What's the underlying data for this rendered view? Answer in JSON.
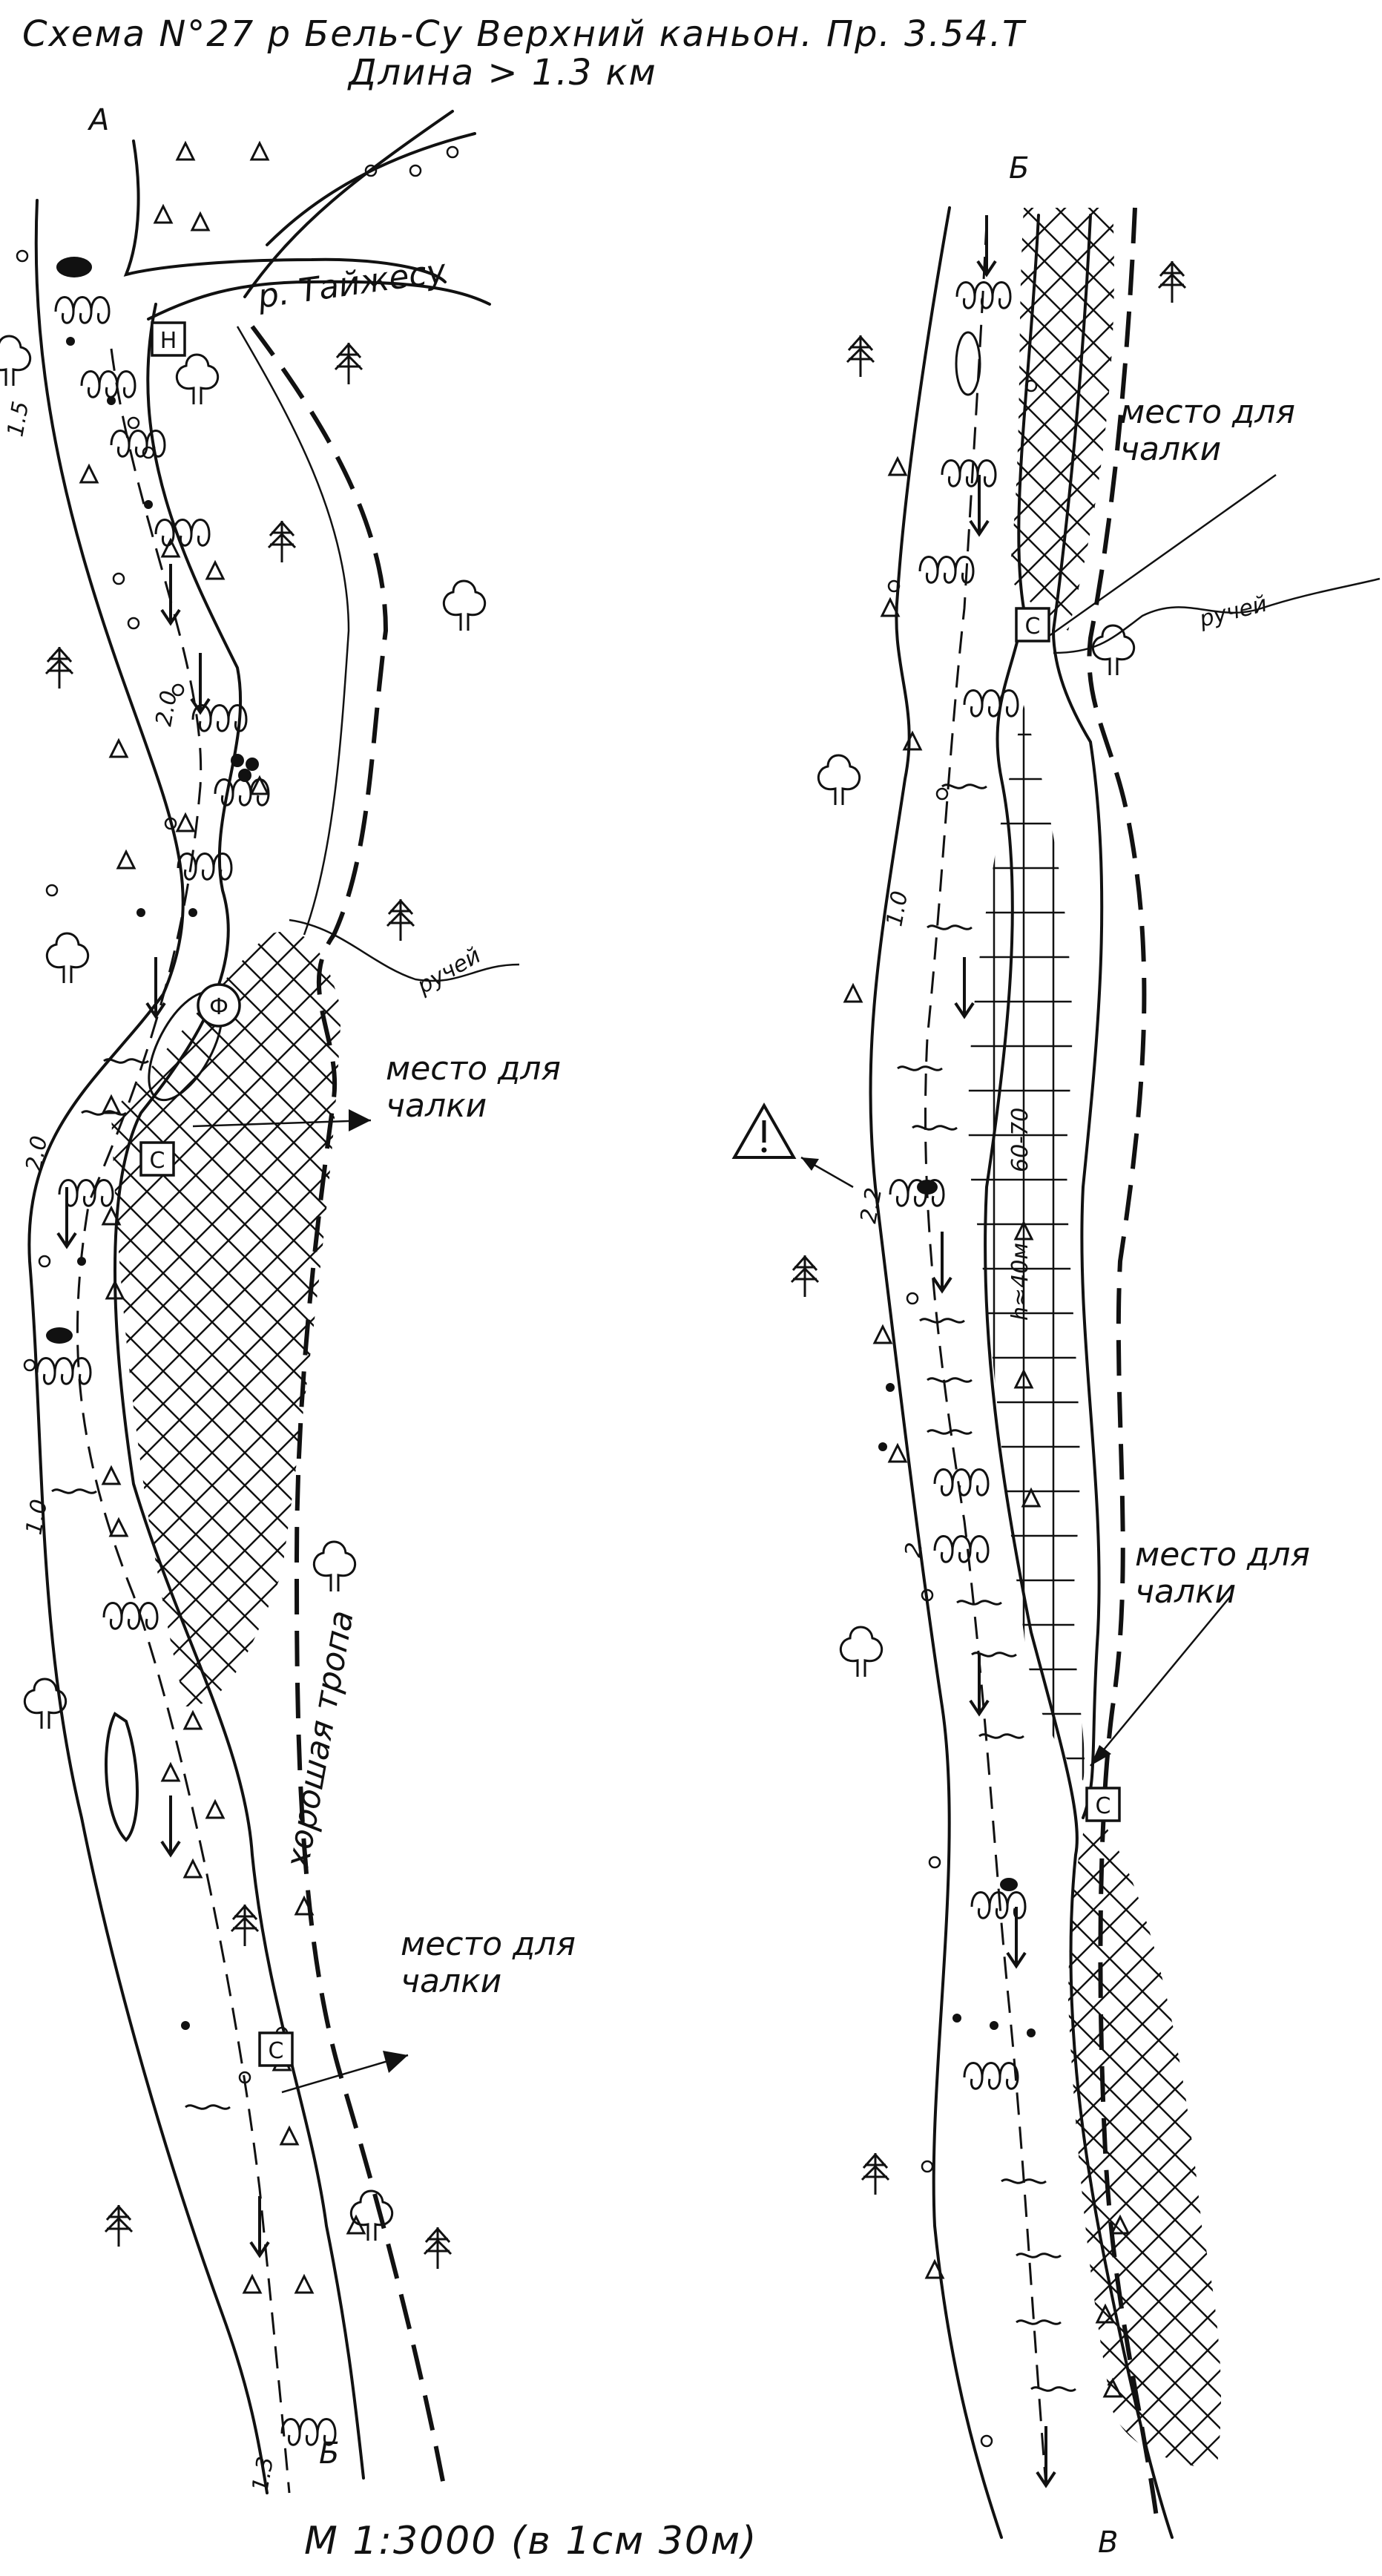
{
  "header": {
    "title": "Схема N°27 р Бель-Су Верхний каньон. Пр. 3.54.Т",
    "length": "Длина > 1.3 км"
  },
  "scale": "М 1:3000 (в 1см 30м)",
  "points": {
    "a": "А",
    "b_left": "Б",
    "b_right": "Б",
    "v": "В"
  },
  "labels": {
    "river_tributary": "р. Тайжесу",
    "stream_left": "ручей",
    "stream_right": "ручей",
    "trail": "хорошая тропа",
    "chalka1_line1": "место для",
    "chalka1_line2": "чалки",
    "chalka2_line1": "место для",
    "chalka2_line2": "чалки",
    "chalka3_line1": "место для",
    "chalka3_line2": "чалки",
    "chalka4_line1": "место для",
    "chalka4_line2": "чалки",
    "wall_height": "60-70",
    "wall_h": "h≈40м"
  },
  "markers": {
    "start": "Н",
    "camp1": "С",
    "camp2": "С",
    "camp3": "С",
    "camp4": "С",
    "photo": "Ф"
  },
  "gradients": [
    "1.5",
    "2.0",
    "2.0",
    "1.0",
    "1.3",
    "1.0",
    "2.2",
    "2"
  ],
  "icons": [
    "danger-icon",
    "tree-icon",
    "conifer-icon",
    "boulder-icon",
    "whirlpool-icon",
    "flow-arrow-icon"
  ]
}
